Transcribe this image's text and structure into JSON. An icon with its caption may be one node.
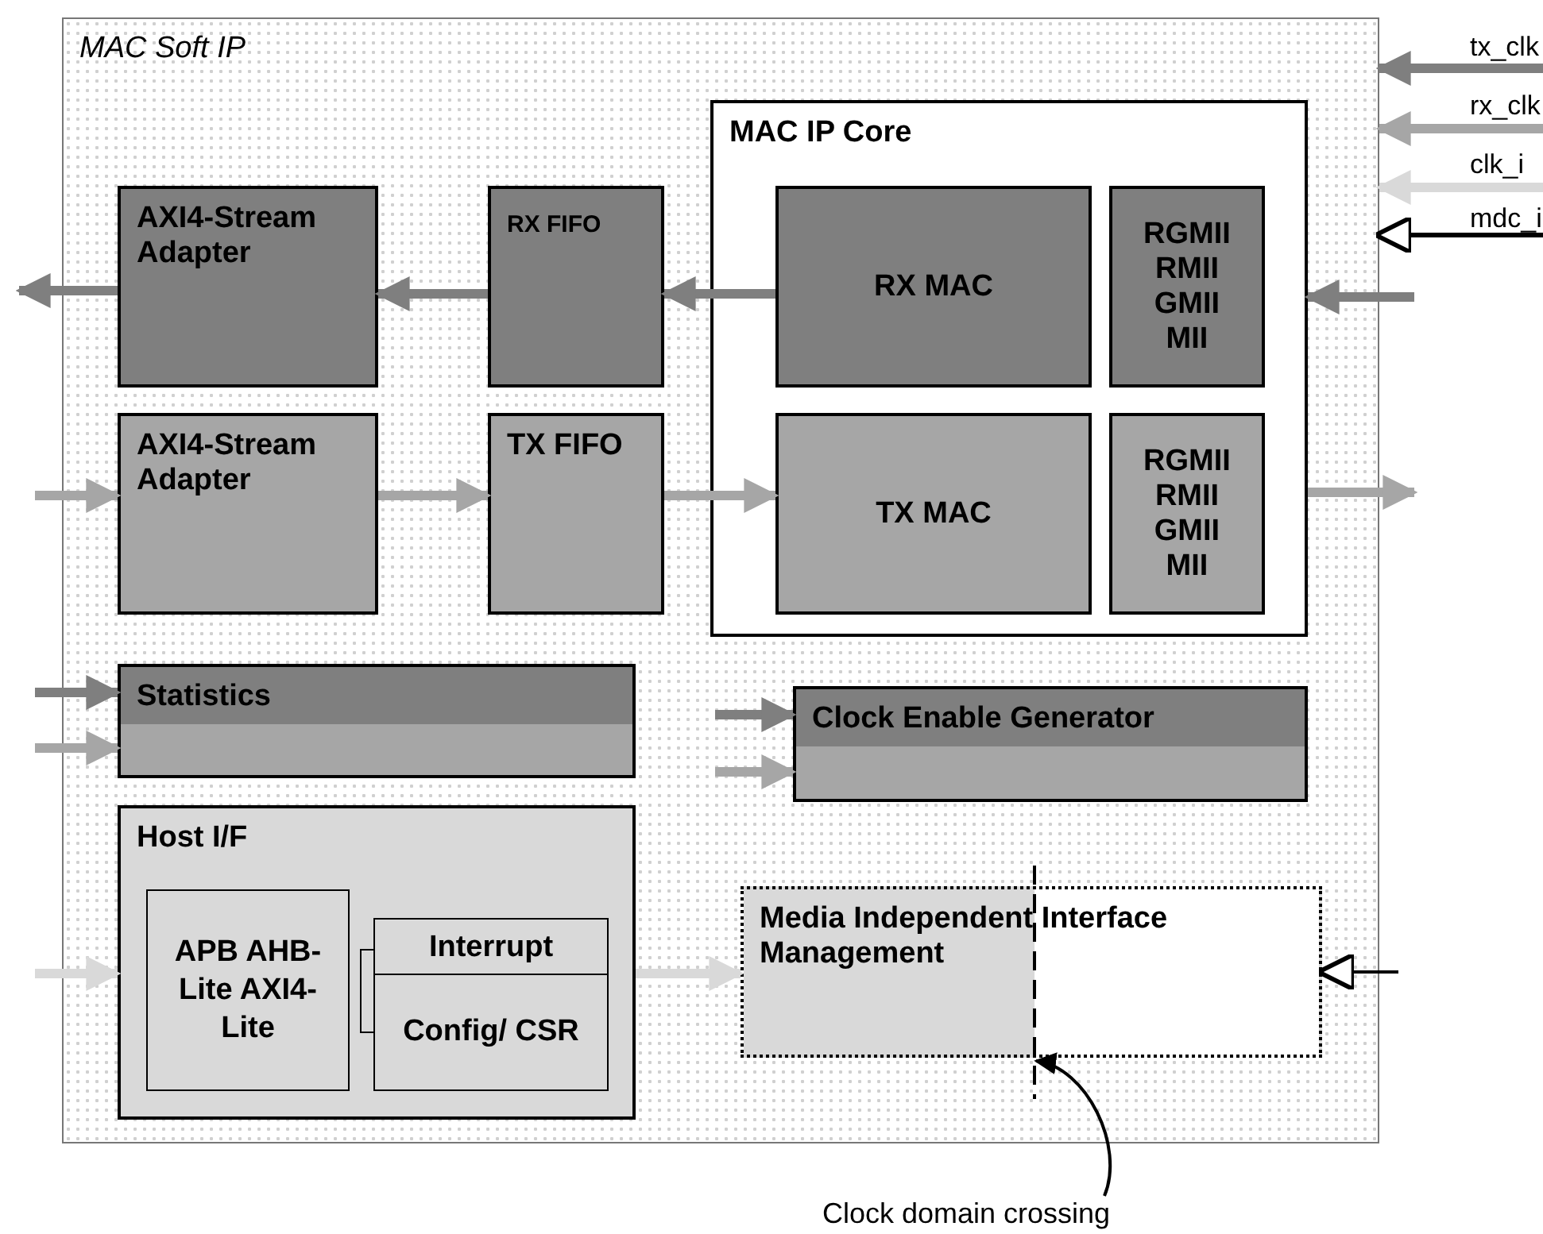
{
  "diagram": {
    "nodes": [
      {
        "text": [
          "MAC Soft IP"
        ]
      },
      {
        "text": [
          "MAC IP Core"
        ],
        "in": 0
      },
      {
        "text": [
          "AXI4-Stream Adapter"
        ],
        "in": 0
      },
      {
        "text": [
          "RX FIFO"
        ],
        "in": 0
      },
      {
        "text": [
          "RX MAC"
        ],
        "in": 1
      },
      {
        "text": [
          "RGMII RMII GMII MII"
        ],
        "in": 1
      },
      {
        "text": [
          "AXI4-Stream Adapter"
        ],
        "in": 0
      },
      {
        "text": [
          "TX FIFO"
        ],
        "in": 0
      },
      {
        "text": [
          "TX MAC"
        ],
        "in": 1
      },
      {
        "text": [
          "RGMII RMII GMII MII"
        ],
        "in": 1
      },
      {
        "text": [
          "Statistics"
        ],
        "in": 0
      },
      {
        "text": [
          "Clock Enable Generator"
        ],
        "in": 0
      },
      {
        "text": [
          "Host I/F"
        ],
        "in": 0
      },
      {
        "text": [
          "APB AHB-Lite AXI4-Lite"
        ],
        "in": 12
      },
      {
        "text": [
          "Interrupt"
        ],
        "in": 12
      },
      {
        "text": [
          "Config/ CSR"
        ],
        "in": 12
      },
      {
        "text": [
          "Media Independent Interface Management"
        ],
        "in": 0
      },
      {
        "text": [
          "Clock domain crossing"
        ]
      }
    ],
    "edges": [
      {
        "from": null,
        "to": 0,
        "label": "tx_clk",
        "arrow": "to",
        "color": "#7f7f7f"
      },
      {
        "from": null,
        "to": 0,
        "label": "rx_clk",
        "arrow": "to",
        "color": "#a6a6a6"
      },
      {
        "from": null,
        "to": 0,
        "label": "clk_i",
        "arrow": "to",
        "color": "#d9d9d9"
      },
      {
        "from": null,
        "to": 0,
        "label": "mdc_i",
        "arrow": "to",
        "color": "#000000"
      },
      {
        "from": 2,
        "to": null,
        "arrow": "to",
        "color": "#7f7f7f"
      },
      {
        "from": 3,
        "to": 2,
        "arrow": "to",
        "color": "#7f7f7f"
      },
      {
        "from": 4,
        "to": 3,
        "arrow": "to",
        "color": "#7f7f7f"
      },
      {
        "from": null,
        "to": 1,
        "arrow": "to",
        "color": "#7f7f7f"
      },
      {
        "from": null,
        "to": 6,
        "arrow": "to",
        "color": "#a6a6a6"
      },
      {
        "from": 6,
        "to": 7,
        "arrow": "to",
        "color": "#a6a6a6"
      },
      {
        "from": 7,
        "to": 8,
        "arrow": "to",
        "color": "#a6a6a6"
      },
      {
        "from": 1,
        "to": null,
        "arrow": "to",
        "color": "#a6a6a6"
      },
      {
        "from": null,
        "to": 10,
        "arrow": "to",
        "color": "#7f7f7f"
      },
      {
        "from": null,
        "to": 10,
        "arrow": "to",
        "color": "#a6a6a6"
      },
      {
        "from": null,
        "to": 11,
        "arrow": "to",
        "color": "#7f7f7f"
      },
      {
        "from": null,
        "to": 11,
        "arrow": "to",
        "color": "#a6a6a6"
      },
      {
        "from": null,
        "to": 12,
        "arrow": "to",
        "color": "#d9d9d9"
      },
      {
        "from": 12,
        "to": 16,
        "arrow": "to",
        "color": "#d9d9d9"
      },
      {
        "from": null,
        "to": 16,
        "arrow": "to",
        "color": "#000000"
      },
      {
        "from": 17,
        "to": 16,
        "arrow": "to",
        "color": "#000000"
      },
      {
        "from": 14,
        "to": 15,
        "arrow": "none",
        "color": "#000000"
      }
    ]
  }
}
